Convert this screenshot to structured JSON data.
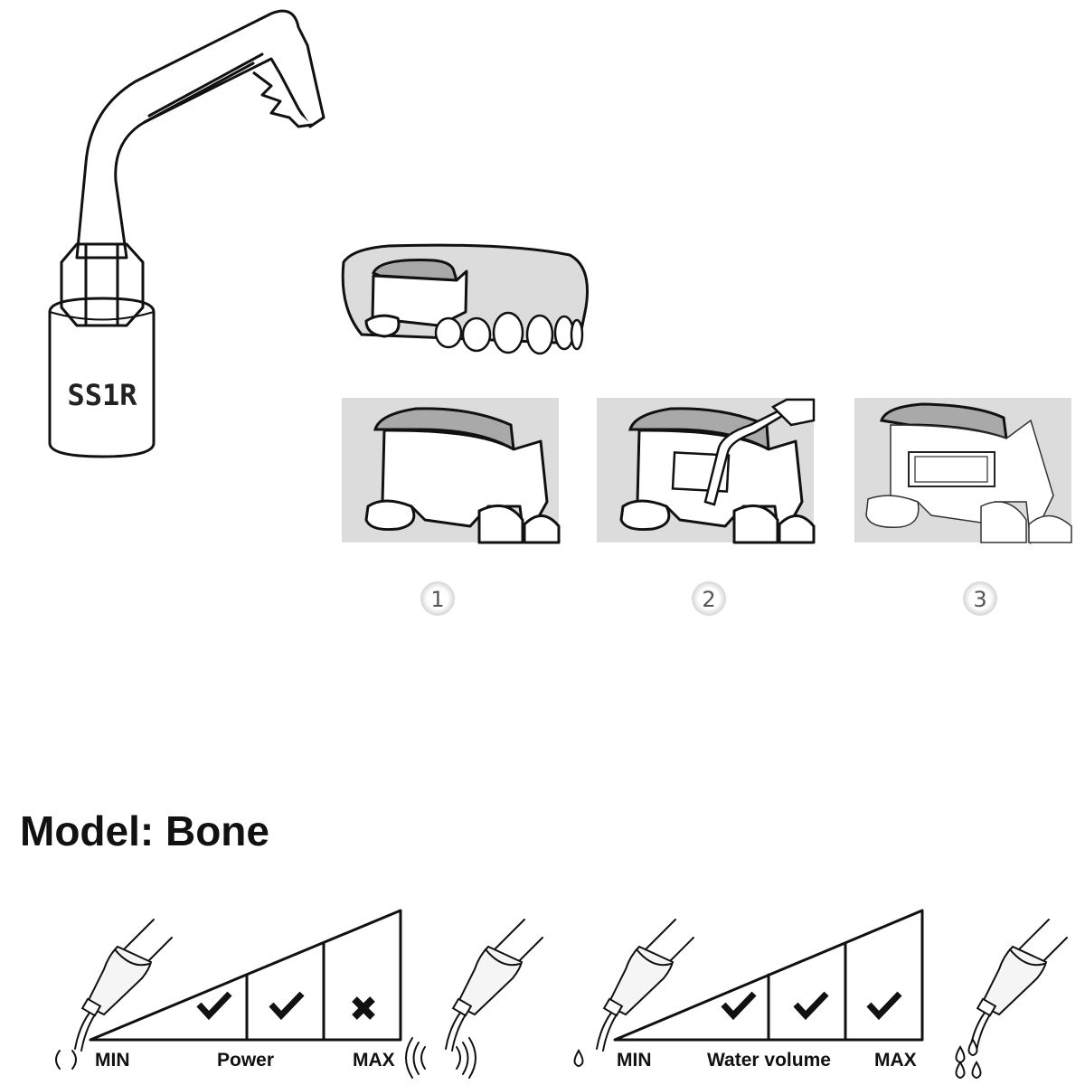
{
  "product": {
    "tip_label": "SS1R"
  },
  "steps": [
    "1",
    "2",
    "3"
  ],
  "title": "Model: Bone",
  "power_scale": {
    "min_label": "MIN",
    "label": "Power",
    "max_label": "MAX",
    "levels": [
      "check",
      "check",
      "cross"
    ]
  },
  "water_scale": {
    "min_label": "MIN",
    "label": "Water volume",
    "max_label": "MAX",
    "levels": [
      "check",
      "check",
      "check"
    ]
  },
  "colors": {
    "gum": "#dcdcdc",
    "bone": "#a9a9a9",
    "ink": "#111111"
  }
}
